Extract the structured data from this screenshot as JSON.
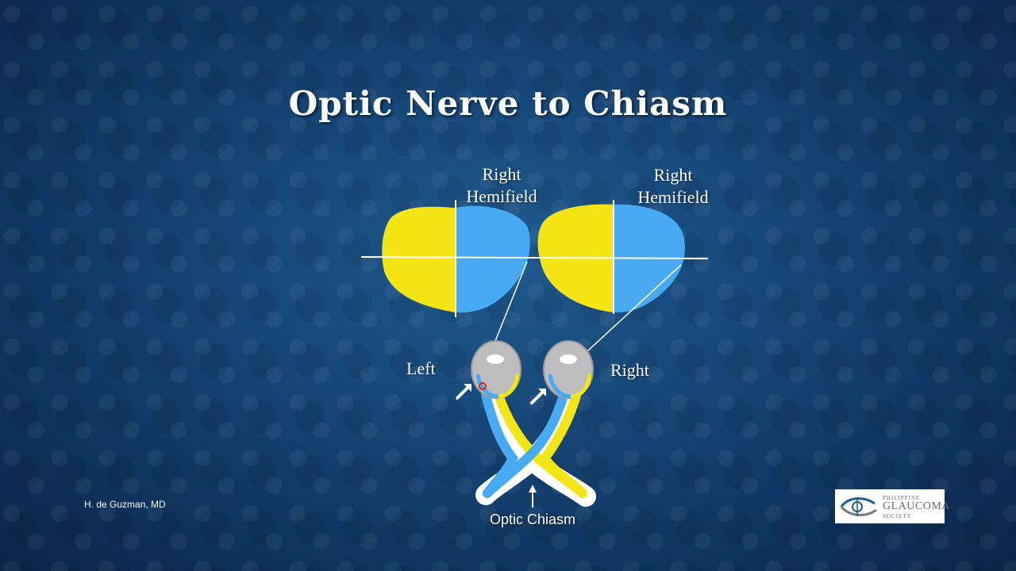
{
  "title": "Optic Nerve to Chiasm",
  "labels": {
    "left_hemifield_top": "Right",
    "left_hemifield_bottom": "Hemifield",
    "right_hemifield_top": "Right",
    "right_hemifield_bottom": "Hemifield",
    "left_eye": "Left",
    "right_eye": "Right",
    "chiasm": "Optic Chiasm"
  },
  "author": "H. de Guzman, MD",
  "logo": {
    "line1": "PHILIPPINE",
    "line2": "GLAUCOMA",
    "line3": "SOCIETY"
  },
  "colors": {
    "temporal_field": "#f3e516",
    "nasal_field": "#48aaf2",
    "eye": "#bdbdbd",
    "marker": "#e32121",
    "line": "#ffffff"
  }
}
